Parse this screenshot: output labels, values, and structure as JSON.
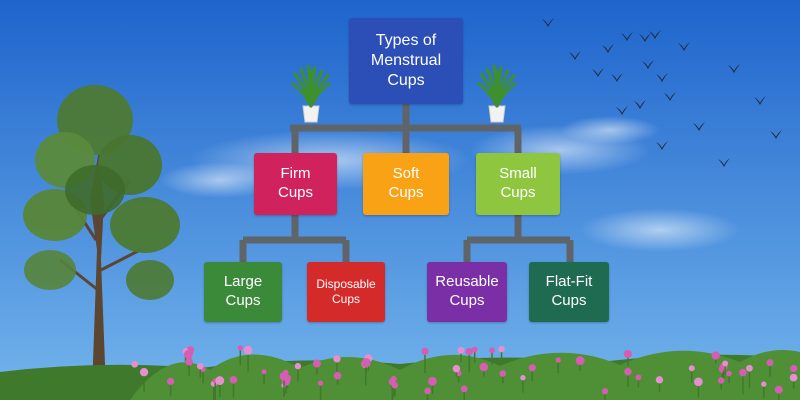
{
  "diagram": {
    "root": {
      "label": "Types of\nMenstrual\nCups",
      "color": "#2b4fb7"
    },
    "categories": [
      {
        "label": "Firm\nCups",
        "color": "#d0235d"
      },
      {
        "label": "Soft\nCups",
        "color": "#f9a216"
      },
      {
        "label": "Small\nCups",
        "color": "#8fc63f"
      }
    ],
    "leaves": [
      {
        "label": "Large\nCups",
        "color": "#3b8a3a"
      },
      {
        "label": "Disposable\nCups",
        "color": "#d42a2a"
      },
      {
        "label": "Reusable\nCups",
        "color": "#7b2fa6"
      },
      {
        "label": "Flat-Fit\nCups",
        "color": "#1f6b52"
      }
    ],
    "connector_color": "#5f6469"
  },
  "scene": {
    "sky_top": "#1e64cc",
    "sky_bottom": "#74b5ec",
    "decorations": [
      "tree",
      "potted-plant-icon",
      "birds",
      "flowers"
    ]
  }
}
